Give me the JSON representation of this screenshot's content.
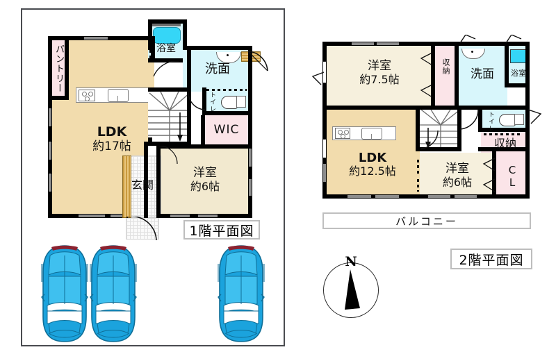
{
  "document": {
    "kind": "floor-plan",
    "captions": {
      "floor1": "1階平面図",
      "floor2": "2階平面図"
    }
  },
  "compass": {
    "north_label": "N"
  },
  "floor1": {
    "caption": "1階平面図",
    "rooms": [
      {
        "id": "pantry",
        "name": "パントリー",
        "orientation": "vertical",
        "color": "#fbe4e8"
      },
      {
        "id": "ldk",
        "name": "LDK",
        "area": "約17帖",
        "color": "#f2dcad"
      },
      {
        "id": "bath",
        "name": "浴室",
        "color": "#d8f6fb"
      },
      {
        "id": "washroom",
        "name": "洗面",
        "color": "#d8f6fb"
      },
      {
        "id": "toilet",
        "name": "トイレ",
        "orientation": "vertical",
        "color": "#d8f6fb"
      },
      {
        "id": "wic",
        "name": "WIC",
        "color": "#fbe4e8"
      },
      {
        "id": "western",
        "name": "洋室",
        "area": "約6帖",
        "color": "#f2e9cf"
      },
      {
        "id": "entrance",
        "name": "玄関",
        "color": "#f2f2f2"
      }
    ],
    "stairs": {
      "direction_arrow": "down"
    }
  },
  "floor2": {
    "caption": "2階平面図",
    "rooms": [
      {
        "id": "western75",
        "name": "洋室",
        "area": "約7.5帖",
        "color": "#f6f0dd"
      },
      {
        "id": "closet-n",
        "name": "収納",
        "orientation": "vertical",
        "color": "#fbe4e8"
      },
      {
        "id": "washroom",
        "name": "洗面",
        "color": "#d8f6fb"
      },
      {
        "id": "bath",
        "name": "浴室",
        "color": "#d8f6fb"
      },
      {
        "id": "toilet",
        "name": "トイレ",
        "orientation": "vertical",
        "color": "#d8f6fb"
      },
      {
        "id": "storage",
        "name": "収納",
        "color": "#fbe4e8"
      },
      {
        "id": "ldk",
        "name": "LDK",
        "area": "約12.5帖",
        "color": "#f2dcad"
      },
      {
        "id": "western6",
        "name": "洋室",
        "area": "約6帖",
        "color": "#f6f0dd"
      },
      {
        "id": "cl",
        "name": "CL",
        "orientation": "vertical",
        "color": "#fbe4e8"
      }
    ],
    "balcony": {
      "name": "バルコニー"
    },
    "stairs": {
      "direction_arrow": "down"
    }
  },
  "parking": {
    "count": 3,
    "car_color": "#1ba3dd",
    "cars": [
      {
        "id": "car-1"
      },
      {
        "id": "car-2"
      },
      {
        "id": "car-3"
      }
    ]
  },
  "palette": {
    "wall": "#000000",
    "ldk_floor": "#f2dcad",
    "room_floor": "#f6f0dd",
    "wet_area": "#d8f6fb",
    "closet": "#fbe4e8",
    "frame": "#494b50",
    "caption_border": "#bdbdbd"
  }
}
